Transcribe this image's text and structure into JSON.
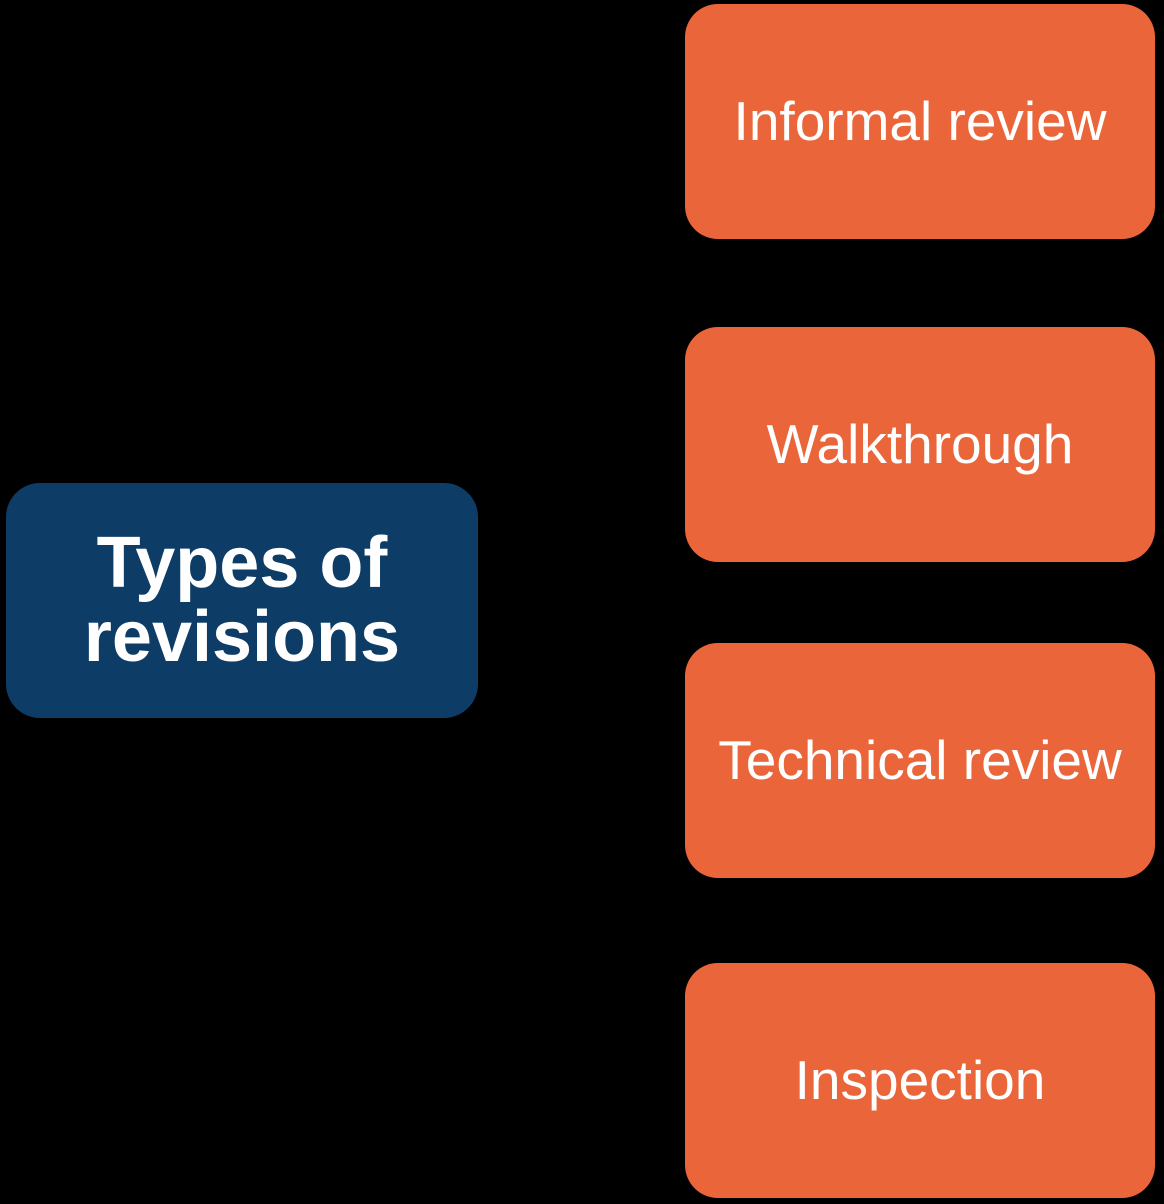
{
  "colors": {
    "background": "#000000",
    "root_fill": "#0D3C66",
    "root_text": "#FFFFFF",
    "child_fill": "#EA663A",
    "child_text": "#FFFFFF"
  },
  "root": {
    "label": "Types of revisions",
    "line1": "Types of",
    "line2": "revisions"
  },
  "children": [
    {
      "label": "Informal review"
    },
    {
      "label": "Walkthrough"
    },
    {
      "label": "Technical review"
    },
    {
      "label": "Inspection"
    }
  ]
}
